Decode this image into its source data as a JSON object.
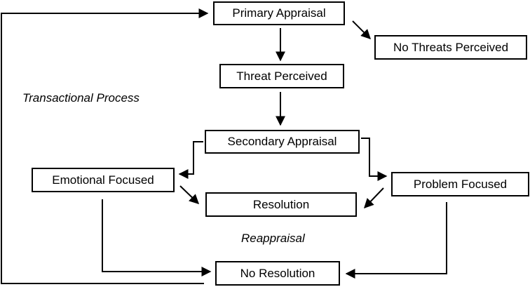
{
  "boxes": {
    "primary_appraisal": "Primary Appraisal",
    "no_threats_perceived": "No Threats Perceived",
    "threat_perceived": "Threat Perceived",
    "secondary_appraisal": "Secondary Appraisal",
    "emotional_focused": "Emotional Focused",
    "problem_focused": "Problem Focused",
    "resolution": "Resolution",
    "no_resolution": "No Resolution"
  },
  "labels": {
    "transactional_process": "Transactional Process",
    "reappraisal": "Reappraisal"
  },
  "colors": {
    "stroke": "#000000",
    "background": "#ffffff"
  }
}
